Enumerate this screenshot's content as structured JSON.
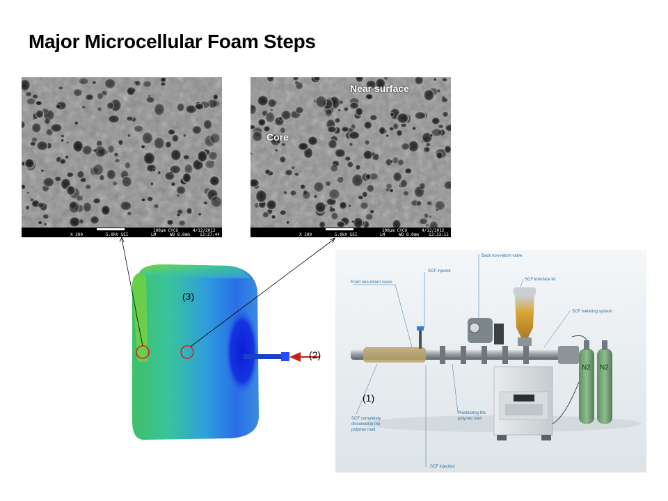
{
  "slide": {
    "title": "Major Microcellular Foam Steps"
  },
  "sem_left": {
    "info": {
      "mag": "X 200",
      "kv": "5.0kV SEI",
      "scale": "100μm CYCU",
      "date": "4/12/2012",
      "wd": "WD 8.0mm",
      "time": "13:27:44",
      "lm": "LM"
    }
  },
  "sem_right": {
    "label_near": "Near surface",
    "label_core": "Core",
    "info": {
      "mag": "X 200",
      "kv": "5.0kV SEI",
      "scale": "100μm CYCU",
      "date": "4/12/2012",
      "wd": "WD 8.0mm",
      "time": "13:33:15",
      "lm": "LM"
    }
  },
  "part": {
    "step3": "(3)",
    "step2": "(2)"
  },
  "extruder": {
    "step1": "(1)",
    "callouts": {
      "back_valve": "Back non-return valve",
      "scf_injector": "SCF injector",
      "interface_kit": "SCF interface kit",
      "front_valve": "Front non-return valve",
      "metering": "SCF metering system",
      "dissolved_1": "SCF completely",
      "dissolved_2": "dissolved in the",
      "dissolved_3": "polymer melt",
      "plasticizing_1": "Plasticizing the",
      "plasticizing_2": "polymer melt",
      "injection": "SCF injection"
    },
    "tank_label": "N2"
  },
  "colors": {
    "callout": "#2f6f9e",
    "marker": "#d62020",
    "arrow": "#c81e1e"
  }
}
